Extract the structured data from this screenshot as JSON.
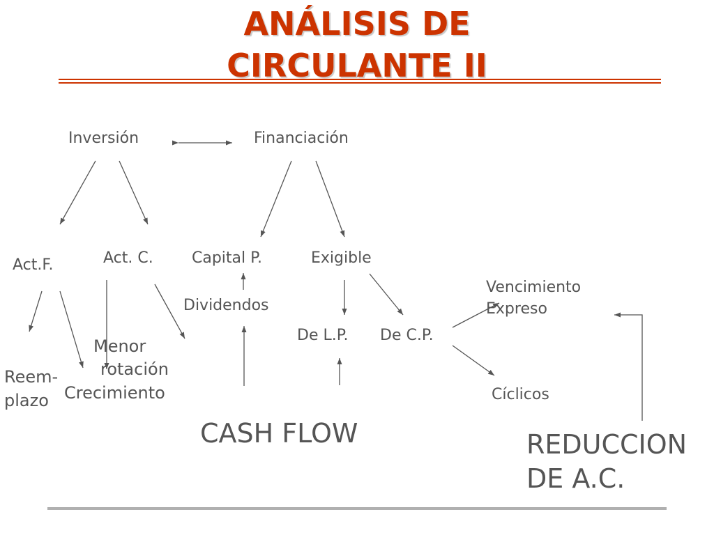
{
  "title": {
    "line1": "ANÁLISIS DE",
    "line2": "CIRCULANTE II"
  },
  "nodes": {
    "inversion": "Inversión",
    "financiacion": "Financiación",
    "actf": "Act.F.",
    "actc": "Act. C.",
    "capitalp": "Capital P.",
    "exigible": "Exigible",
    "dividendos": "Dividendos",
    "vencimiento_1": "Vencimiento",
    "vencimiento_2": "Expreso",
    "delp": "De L.P.",
    "decp": "De C.P.",
    "menor_1": "Menor",
    "menor_2": "rotación",
    "reemplazo_1": "Reem-",
    "reemplazo_2": "plazo",
    "crecimiento": "Crecimiento",
    "ciclicos": "Cíclicos",
    "cashflow": "CASH FLOW",
    "reduccion_1": "REDUCCION",
    "reduccion_2": "DE A.C."
  },
  "colors": {
    "title": "#cc3300",
    "text": "#555555",
    "arrow": "#555555",
    "footer": "#b0b0b0"
  }
}
